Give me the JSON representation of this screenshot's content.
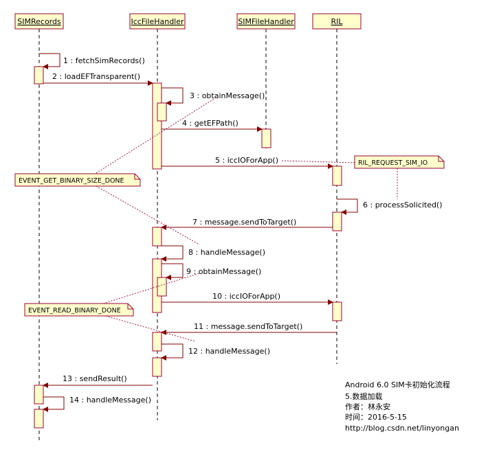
{
  "participants": {
    "sim_records": "SIMRecords",
    "icc_file_handler": "IccFileHandler",
    "sim_file_handler": "SIMFileHandler",
    "ril": "RIL"
  },
  "messages": {
    "m1": "1 : fetchSimRecords()",
    "m2": "2 : loadEFTransparent()",
    "m3": "3 : obtainMessage()",
    "m4": "4 : getEFPath()",
    "m5": "5 : iccIOForApp()",
    "m6": "6 : processSolicited()",
    "m7": "7 : message.sendToTarget()",
    "m8": "8 : handleMessage()",
    "m9": "9 : obtainMessage()",
    "m10": "10 : iccIOForApp()",
    "m11": "11 : message.sendToTarget()",
    "m12": "12 : handleMessage()",
    "m13": "13 : sendResult()",
    "m14": "14 : handleMessage()"
  },
  "notes": {
    "ril_request": "RIL_REQUEST_SIM_IO",
    "event_size": "EVENT_GET_BINARY_SIZE_DONE",
    "event_read": "EVENT_READ_BINARY_DONE"
  },
  "caption": {
    "line1": "Android 6.0 SIM卡初始化流程",
    "line2": "5.数据加载",
    "line3": "作者：林永安",
    "line4": "时间：2016-5-15",
    "line5": "http://blog.csdn.net/linyongan"
  },
  "colors": {
    "box_fill": "#ffffcc",
    "box_border": "#990033",
    "arrow": "#800000",
    "lifeline": "#000000"
  }
}
